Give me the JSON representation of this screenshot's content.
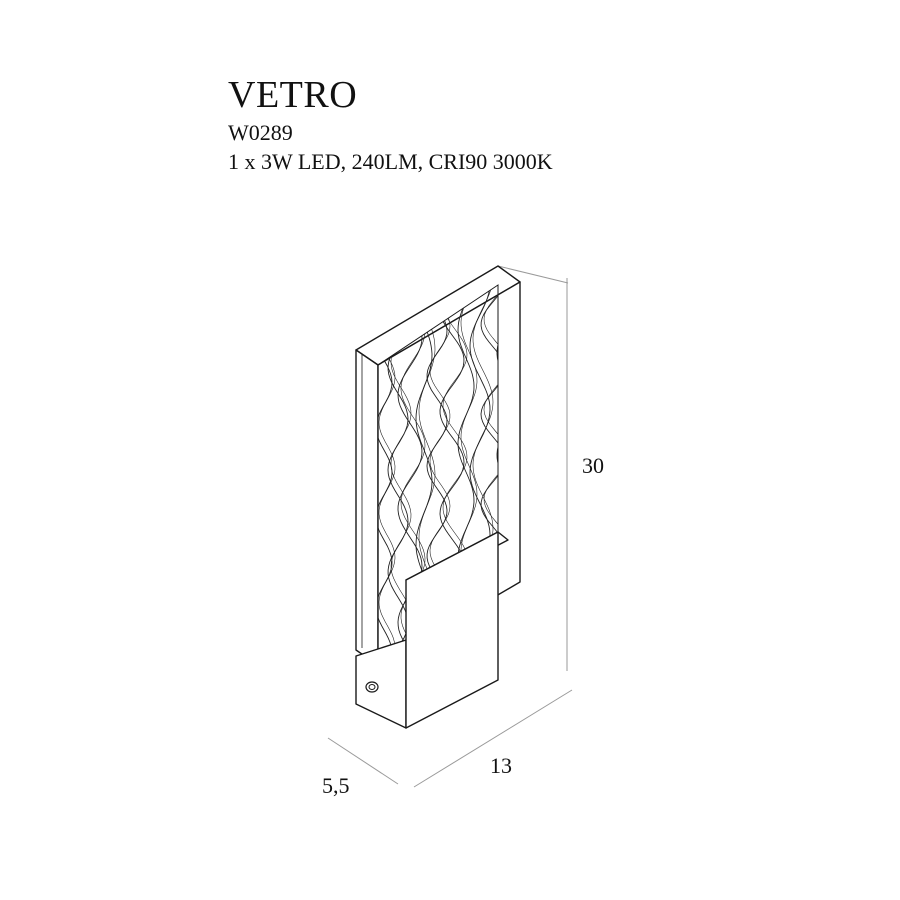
{
  "product": {
    "name": "VETRO",
    "code": "W0289",
    "spec": "1 x 3W LED, 240LM, CRI90 3000K"
  },
  "dimensions": {
    "height": "30",
    "width": "13",
    "depth": "5,5"
  }
}
